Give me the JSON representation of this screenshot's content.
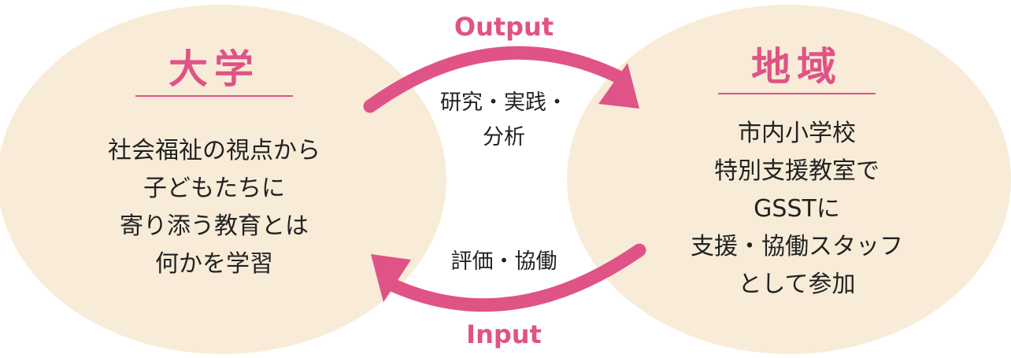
{
  "colors": {
    "circle_fill": "#f8ecd8",
    "accent": "#e05386",
    "text": "#222222"
  },
  "university": {
    "title": "大学",
    "body": "社会福祉の視点から\n子どもたちに\n寄り添う教育とは\n何かを学習"
  },
  "community": {
    "title": "地域",
    "body": "市内小学校\n特別支援教室で\nGSSTに\n支援・協働スタッフ\nとして参加"
  },
  "output_flow": {
    "label": "Output",
    "description": "研究・実践・\n分析"
  },
  "input_flow": {
    "label": "Input",
    "description": "評価・協働"
  }
}
